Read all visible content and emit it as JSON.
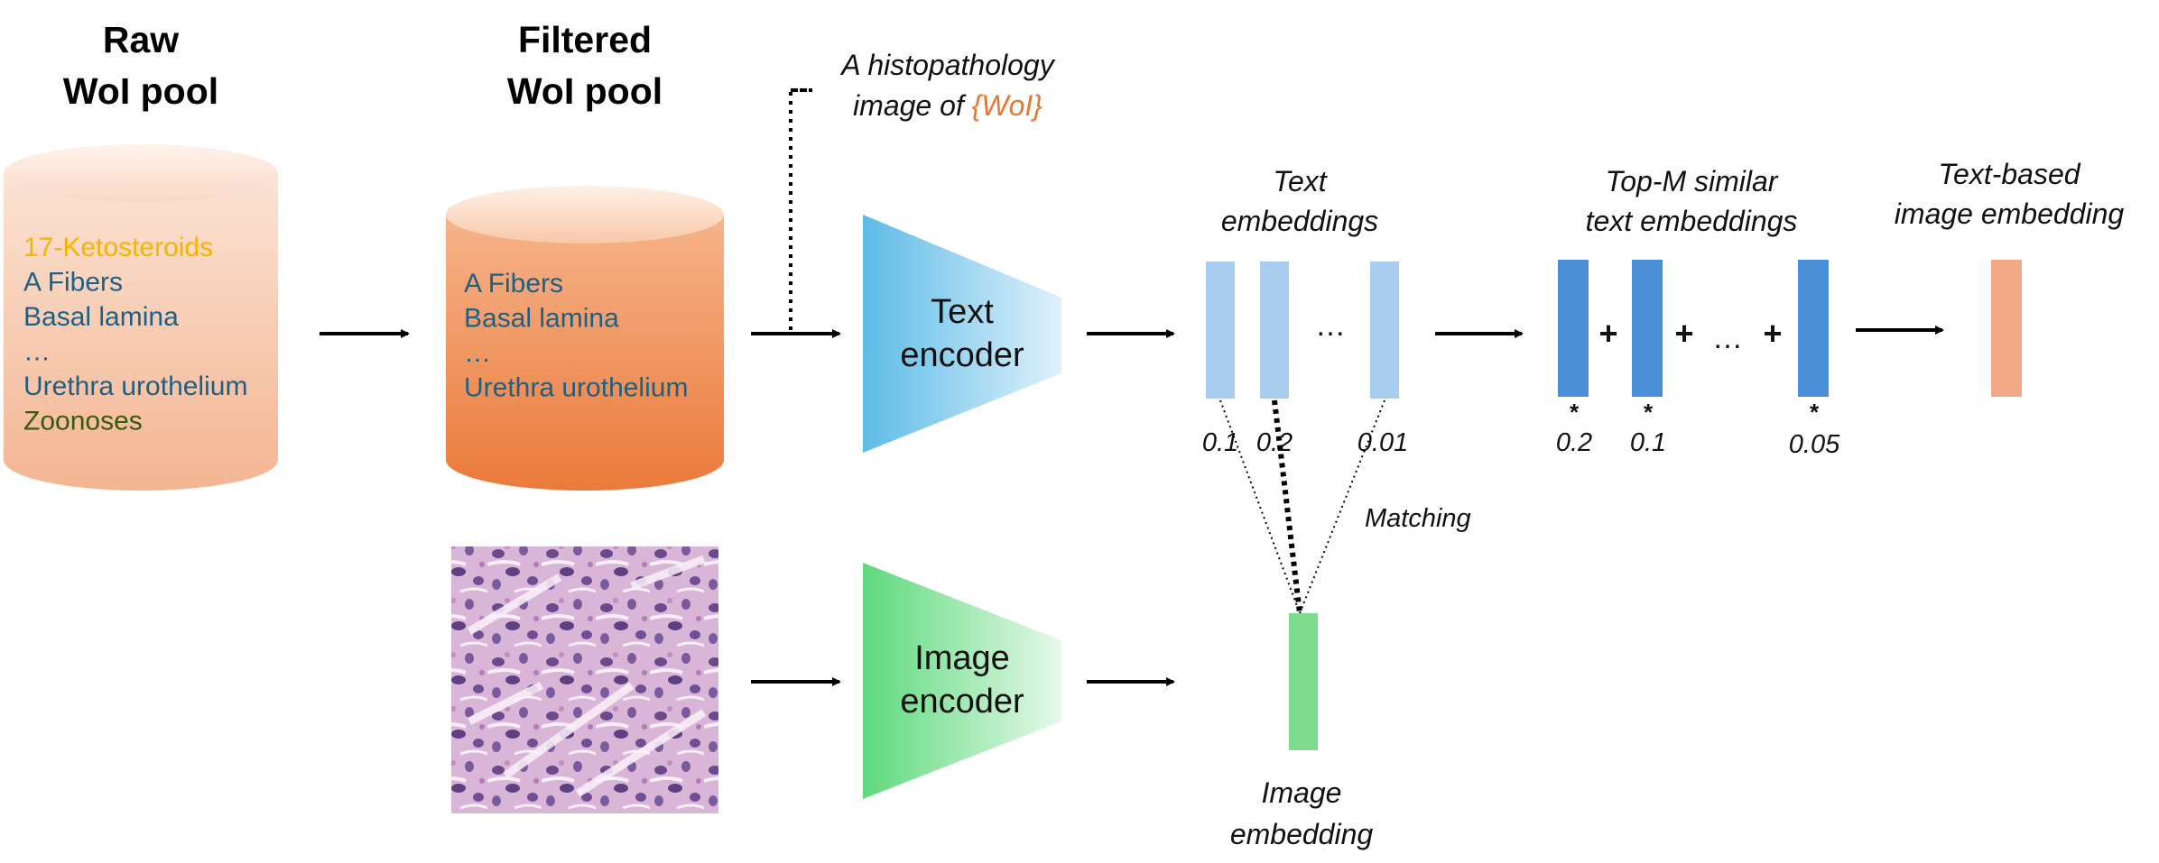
{
  "headers": {
    "raw_line1": "Raw",
    "raw_line2": "WoI pool",
    "filtered_line1": "Filtered",
    "filtered_line2": "WoI pool"
  },
  "raw_pool": {
    "items": [
      {
        "text": "17-Ketosteroids",
        "color": "#f4b400"
      },
      {
        "text": "A Fibers",
        "color": "#1f5f82"
      },
      {
        "text": "Basal lamina",
        "color": "#1f5f82"
      },
      {
        "text": "…",
        "color": "#1f5f82"
      },
      {
        "text": "Urethra urothelium",
        "color": "#1f5f82"
      },
      {
        "text": "Zoonoses",
        "color": "#3a5a0e"
      }
    ]
  },
  "filtered_pool": {
    "items": [
      "A Fibers",
      "Basal lamina",
      "…",
      "Urethra urothelium"
    ]
  },
  "prompt": {
    "line1": "A histopathology",
    "line2_prefix": "image of ",
    "line2_highlight": "{WoI}",
    "highlight_color": "#e8762d"
  },
  "encoders": {
    "text_line1": "Text",
    "text_line2": "encoder",
    "image_line1": "Image",
    "image_line2": "encoder"
  },
  "text_embeddings": {
    "label_line1": "Text",
    "label_line2": "embeddings",
    "ellipsis": "…",
    "scores": [
      "0.1",
      "0.2",
      "0.01"
    ]
  },
  "matching_label": "Matching",
  "image_embedding": {
    "label_line1": "Image",
    "label_line2": "embedding"
  },
  "top_m": {
    "label_line1": "Top-M similar",
    "label_line2": "text embeddings",
    "weights": [
      "0.2",
      "0.1",
      "0.05"
    ],
    "star": "*",
    "plus": "+",
    "ellipsis": "…"
  },
  "result": {
    "label_line1": "Text-based",
    "label_line2": "image embedding"
  },
  "colors": {
    "raw_cylinder": "#f6c2a3",
    "filtered_cylinder": "#ee8a4f",
    "text_encoder": "#6ec1e4",
    "image_encoder": "#6ddc8a",
    "text_embedding_bar": "#a9cdef",
    "topm_bar": "#4a90d9",
    "image_embedding_bar": "#7edc8f",
    "result_bar": "#f2a886"
  }
}
